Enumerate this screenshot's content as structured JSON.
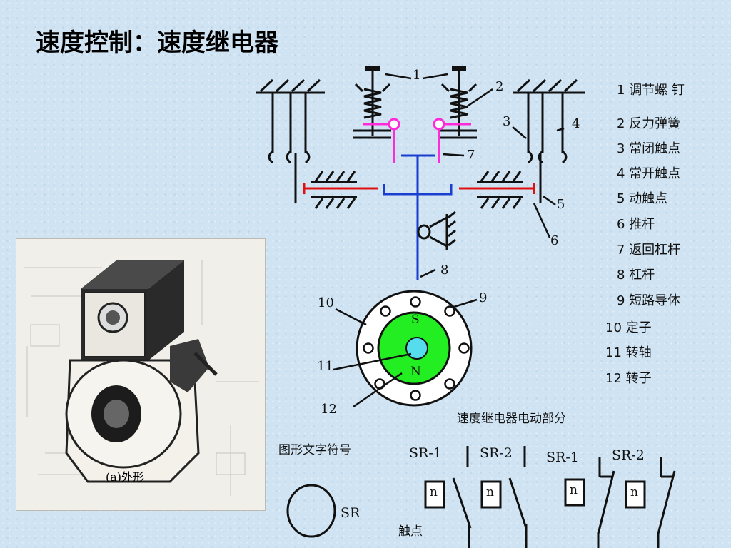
{
  "title": "速度控制：速度继电器",
  "photo": {
    "caption": "(a)外形"
  },
  "callouts": [
    "1",
    "2",
    "3",
    "4",
    "5",
    "6",
    "7",
    "8",
    "9",
    "10",
    "11",
    "12"
  ],
  "rotor_labels": {
    "south": "S",
    "north": "N"
  },
  "legend": [
    {
      "num": "1",
      "text": "调节螺 钉"
    },
    {
      "num": "2",
      "text": "反力弹簧"
    },
    {
      "num": "3",
      "text": "常闭触点"
    },
    {
      "num": "4",
      "text": "常开触点"
    },
    {
      "num": "5",
      "text": "动触点"
    },
    {
      "num": "6",
      "text": "推杆"
    },
    {
      "num": "7",
      "text": "返回杠杆"
    },
    {
      "num": "8",
      "text": "杠杆"
    },
    {
      "num": "9",
      "text": "短路导体"
    },
    {
      "num": "10",
      "text": "定子"
    },
    {
      "num": "11",
      "text": "转轴"
    },
    {
      "num": "12",
      "text": "转子"
    }
  ],
  "diagram_caption": "速度继电器电动部分",
  "symbols": {
    "heading": "图形文字符号",
    "coil_label": "SR",
    "contacts_label": "触点",
    "contact_tags": [
      "SR-1",
      "SR-2",
      "SR-1",
      "SR-2"
    ],
    "speed_mark": "n"
  },
  "colors": {
    "rotor": "#22ee22",
    "shaft": "#55ddee",
    "blue_lever": "#1a3fd0",
    "red_pusher": "#e01010",
    "magenta_contact": "#ff2bd8"
  }
}
